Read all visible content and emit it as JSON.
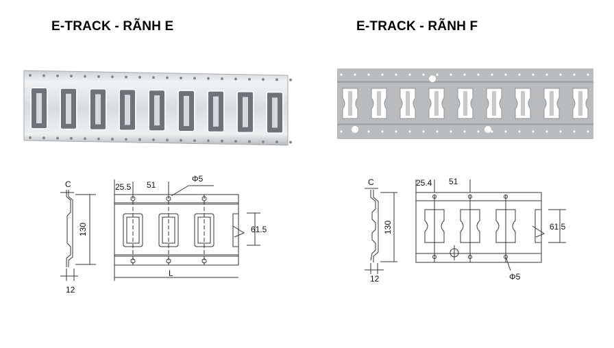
{
  "left": {
    "title": "E-TRACK - RÃNH E",
    "dims": {
      "c": "C",
      "height": "130",
      "width_side": "12",
      "offset": "25.5",
      "pitch": "51",
      "hole": "Φ5",
      "slot": "61.5",
      "length": "L"
    }
  },
  "right": {
    "title": "E-TRACK - RÃNH F",
    "dims": {
      "c": "C",
      "height": "130",
      "width_side": "12",
      "offset": "25.4",
      "pitch": "51",
      "hole": "Φ5",
      "slot": "61.5"
    }
  },
  "colors": {
    "steel_light": "#e4e6e8",
    "steel_dark": "#8e9296",
    "steel_grey": "#b9bbbd"
  }
}
